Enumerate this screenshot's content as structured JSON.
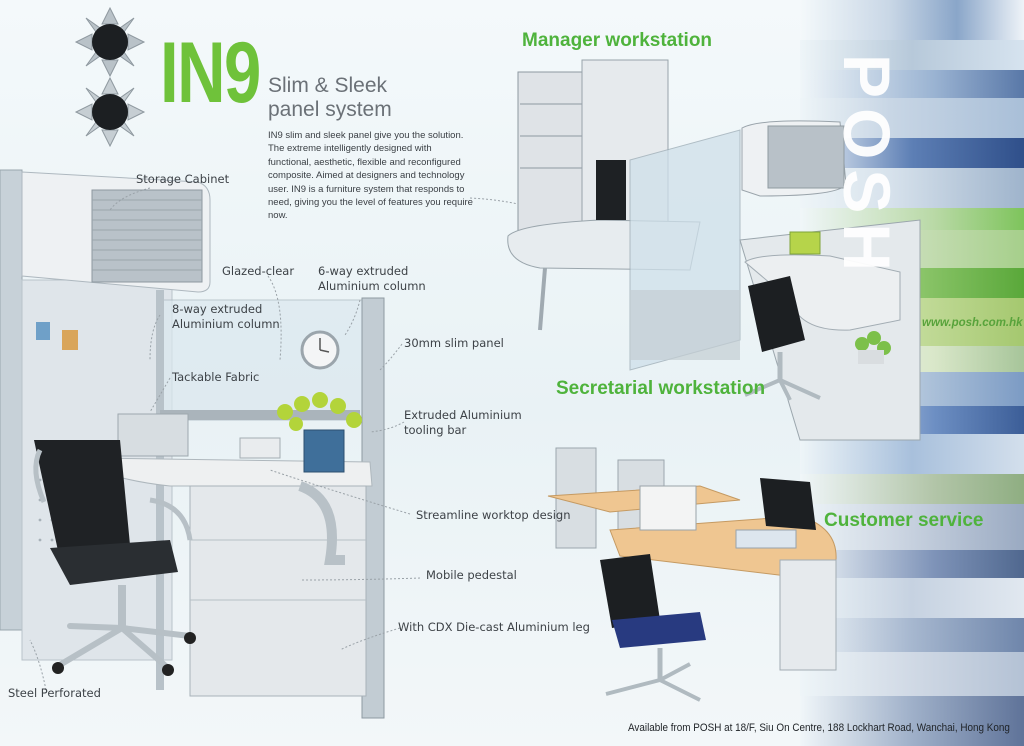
{
  "brand": {
    "logo": "IN9",
    "subtitle": "Slim & Sleek panel system",
    "vertical_brand": "POSH",
    "url": "www.posh.com.hk"
  },
  "blurb": "IN9 slim and sleek panel give you the solution. The extreme intelligently designed with functional, aesthetic, flexible and reconfigured composite. Aimed at designers and technology user. IN9 is a furniture system that responds to need, giving you the level of features you require now.",
  "sections": {
    "manager": "Manager workstation",
    "secretarial": "Secretarial workstation",
    "customer": "Customer service"
  },
  "callouts": {
    "storage_cabinet": "Storage Cabinet",
    "glazed_clear": "Glazed-clear",
    "six_way": "6-way extruded Aluminium column",
    "eight_way": "8-way extruded Aluminium column",
    "slim_panel": "30mm slim panel",
    "tackable_fabric": "Tackable Fabric",
    "tooling_bar": "Extruded Aluminium tooling bar",
    "worktop": "Streamline worktop design",
    "pedestal": "Mobile pedestal",
    "leg": "With CDX Die-cast Aluminium leg",
    "steel": "Steel Perforated"
  },
  "footer": "Available from POSH at 18/F, Siu On Centre, 188 Lockhart Road, Wanchai, Hong Kong",
  "colors": {
    "accent_green": "#6fc23a",
    "section_green": "#4fb33c",
    "text_dark": "#3a3f44"
  }
}
